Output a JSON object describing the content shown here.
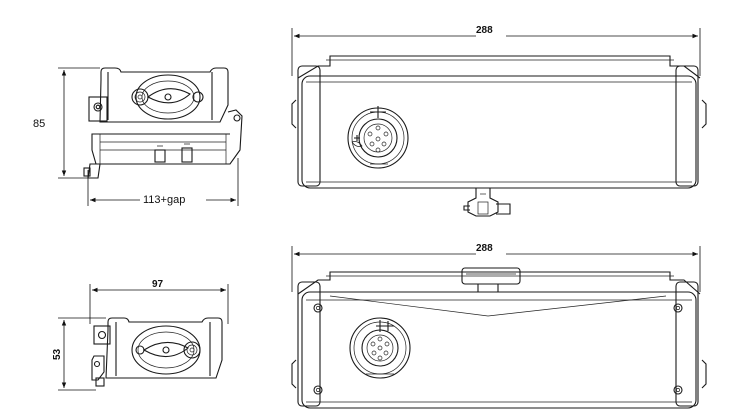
{
  "dimensions": {
    "side_top_height": "85",
    "side_top_width": "113+gap",
    "front_top_width": "288",
    "side_bottom_width": "97",
    "side_bottom_height": "53",
    "front_bottom_width": "288"
  },
  "colors": {
    "line": "#1a1a1a",
    "background": "#ffffff"
  }
}
